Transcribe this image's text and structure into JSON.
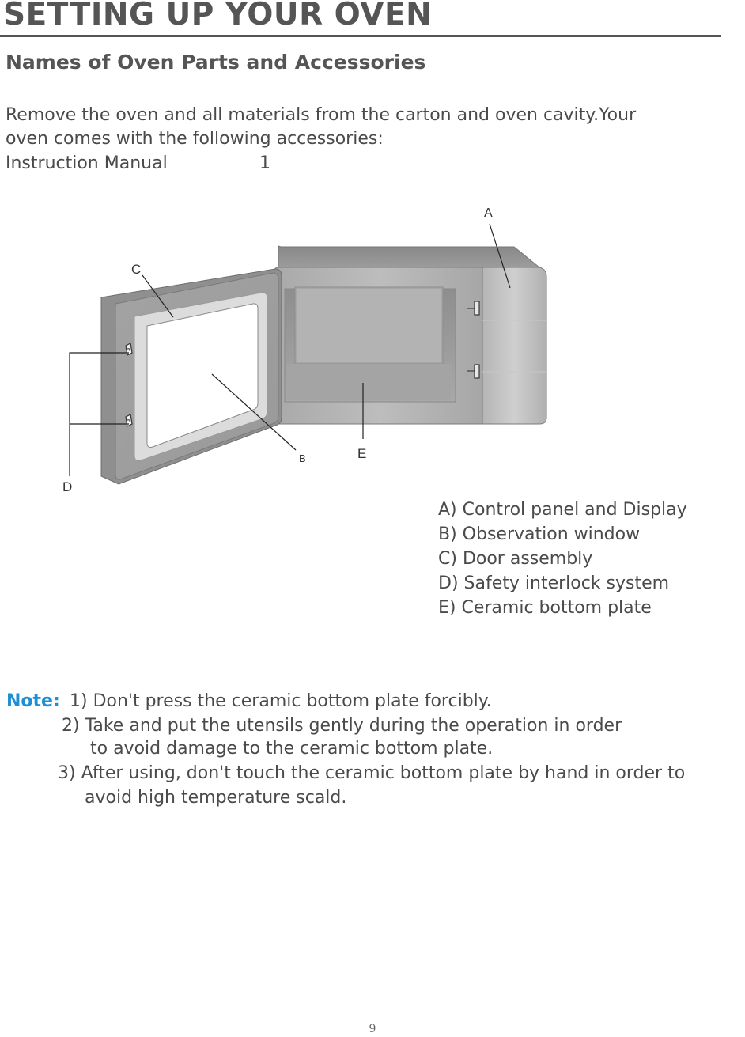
{
  "header": {
    "title": "SETTING UP YOUR OVEN",
    "section_title": "Names of Oven Parts and Accessories"
  },
  "intro": {
    "line1": "Remove the oven and all materials from the carton and oven cavity.Your",
    "line2": "oven comes with the following accessories:"
  },
  "accessories": [
    {
      "name": "Instruction Manual",
      "quantity": "1"
    }
  ],
  "diagram": {
    "callouts": {
      "a": "A",
      "b": "B",
      "c": "C",
      "d": "D",
      "e": "E"
    }
  },
  "legend": [
    "A) Control panel and Display",
    "B) Observation window",
    "C) Door assembly",
    "D) Safety interlock system",
    "E) Ceramic bottom plate"
  ],
  "notes": {
    "label": "Note:",
    "item1": "1)  Don't press the ceramic bottom plate forcibly.",
    "item2_line1": "2)  Take and put the utensils gently during the operation in order",
    "item2_line2": "to avoid damage to the ceramic bottom plate.",
    "item3_line1": "3)  After using, don't touch the ceramic bottom plate by hand in order to",
    "item3_line2": "avoid high  temperature scald."
  },
  "footer": {
    "page_number": "9"
  },
  "colors": {
    "heading": "#555555",
    "note_label": "#1e8fd6",
    "body_text": "#4a4a4a"
  }
}
